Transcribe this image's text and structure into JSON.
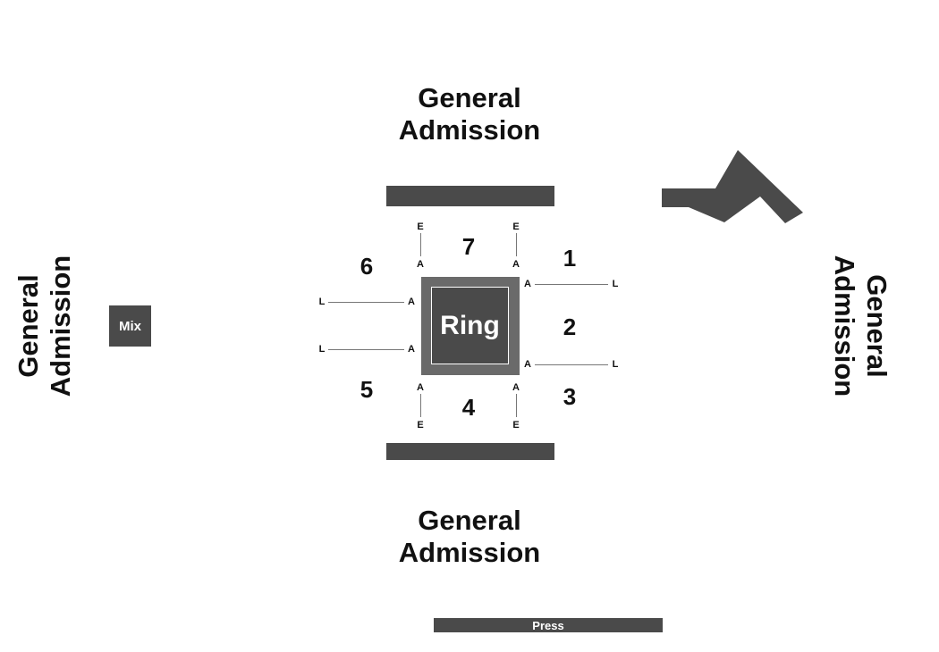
{
  "labels": {
    "ga_top": [
      "General",
      "Admission"
    ],
    "ga_bottom": [
      "General",
      "Admission"
    ],
    "ga_left": [
      "General",
      "Admission"
    ],
    "ga_right": [
      "General",
      "Admission"
    ],
    "ring": "Ring",
    "mix": "Mix",
    "press": "Press"
  },
  "sections": [
    "1",
    "2",
    "3",
    "4",
    "5",
    "6",
    "7"
  ],
  "markers": {
    "aisle": "A",
    "entry": "E",
    "lane": "L"
  },
  "colors": {
    "structure": "#4a4a4a",
    "ring_outer": "#6a6a6a",
    "line": "#777777"
  }
}
